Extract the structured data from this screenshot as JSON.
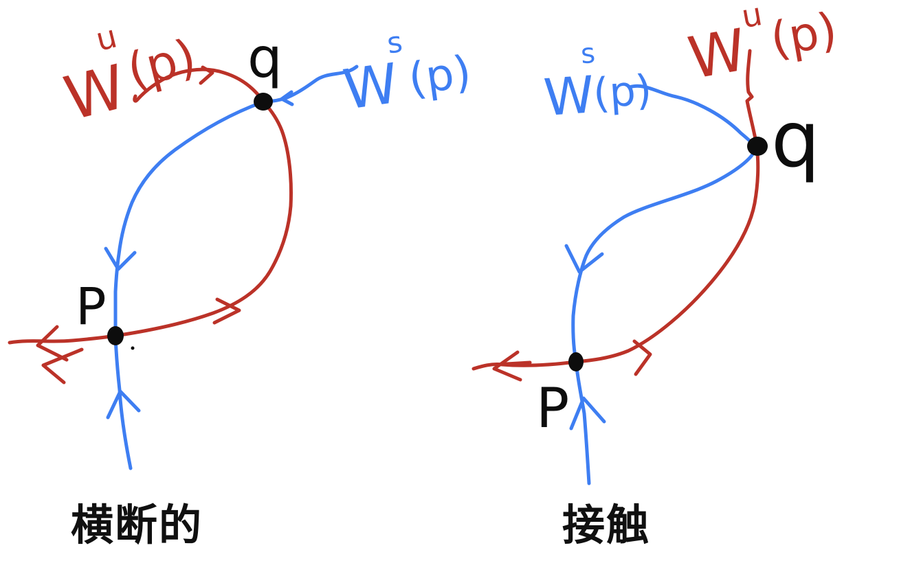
{
  "colors": {
    "unstable_red": "#bb3228",
    "stable_blue": "#3e7ef2",
    "ink_black": "#0d0d0d",
    "background": "#ffffff"
  },
  "left_diagram": {
    "caption": "横断的",
    "unstable_label": {
      "base": "W",
      "sup": "u",
      "arg": "(p)"
    },
    "stable_label": {
      "base": "W",
      "sup": "s",
      "arg": "(p)"
    },
    "point_p_label": "P",
    "point_q_label": "q"
  },
  "right_diagram": {
    "caption": "接触",
    "unstable_label": {
      "base": "W",
      "sup": "u",
      "arg": "(p)"
    },
    "stable_label": {
      "base": "W",
      "sup": "s",
      "arg": "(p)"
    },
    "point_p_label": "P",
    "point_q_label": "q"
  }
}
